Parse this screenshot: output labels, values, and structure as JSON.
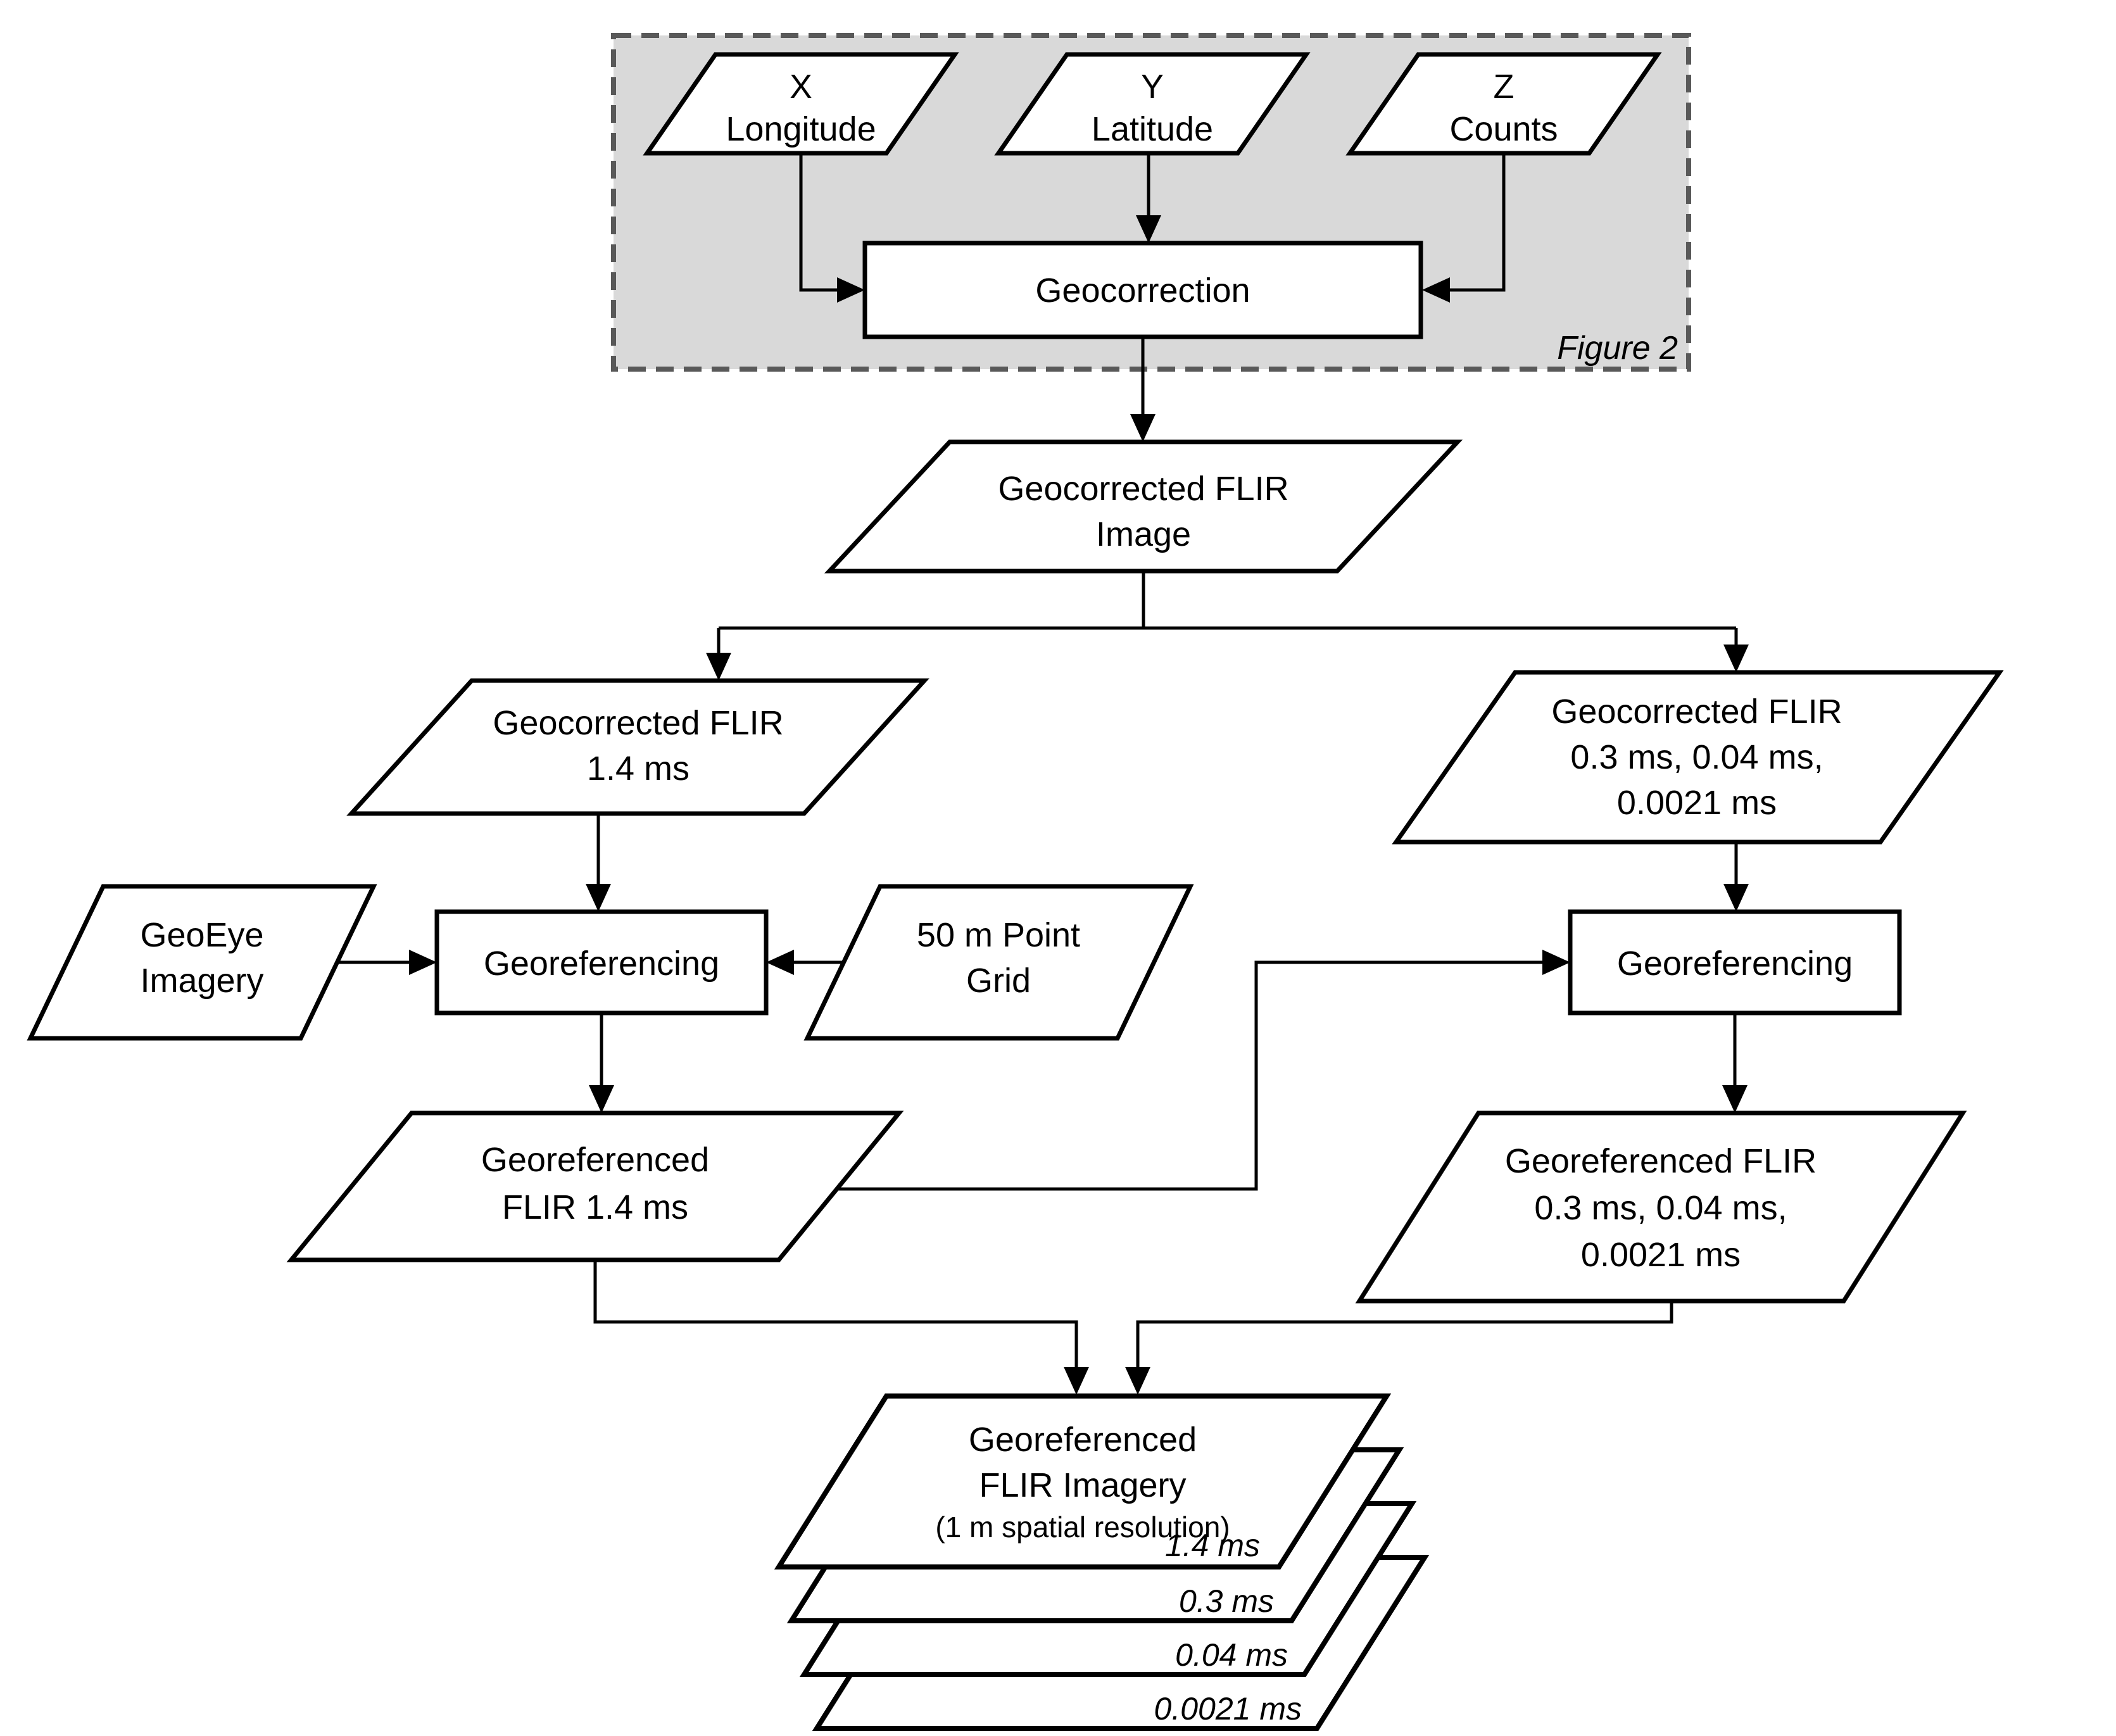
{
  "figure": {
    "caption": "Figure 2",
    "background_color": "#ffffff",
    "box_fill": "#d9d9d9",
    "box_border_color": "#595959",
    "shape_stroke_color": "#000000",
    "text_color": "#000000"
  },
  "nodes": {
    "x_input": {
      "line1": "X",
      "line2": "Longitude"
    },
    "y_input": {
      "line1": "Y",
      "line2": "Latitude"
    },
    "z_input": {
      "line1": "Z",
      "line2": "Counts"
    },
    "geocorrection": {
      "label": "Geocorrection"
    },
    "geocorrected_image": {
      "line1": "Geocorrected FLIR",
      "line2": "Image"
    },
    "geocorrected_14": {
      "line1": "Geocorrected FLIR",
      "line2": "1.4 ms"
    },
    "geocorrected_multi": {
      "line1": "Geocorrected FLIR",
      "line2": "0.3 ms, 0.04 ms,",
      "line3": "0.0021 ms"
    },
    "geoeye": {
      "line1": "GeoEye",
      "line2": "Imagery"
    },
    "point_grid": {
      "line1": "50 m Point",
      "line2": "Grid"
    },
    "georeferencing_left": {
      "label": "Georeferencing"
    },
    "georeferencing_right": {
      "label": "Georeferencing"
    },
    "georeferenced_14": {
      "line1": "Georeferenced",
      "line2": "FLIR 1.4 ms"
    },
    "georeferenced_multi": {
      "line1": "Georeferenced FLIR",
      "line2": "0.3 ms, 0.04 ms,",
      "line3": "0.0021 ms"
    },
    "output_stack": {
      "line1": "Georeferenced",
      "line2": "FLIR Imagery",
      "line3": "(1 m spatial resolution)",
      "sheet1_label": "1.4 ms",
      "sheet2_label": "0.3 ms",
      "sheet3_label": "0.04 ms",
      "sheet4_label": "0.0021 ms"
    }
  }
}
